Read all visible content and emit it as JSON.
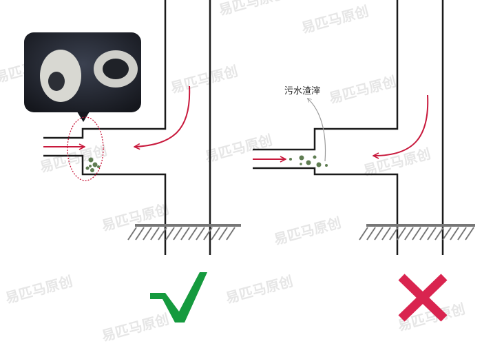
{
  "label_debris": "污水渣滓",
  "watermark": "易匹马原创",
  "correct_mark": "correct",
  "wrong_mark": "wrong",
  "colors": {
    "pipe": "#1a1a1a",
    "flow": "#c8193c",
    "debris": "#5f7d52",
    "check": "#159a3e",
    "cross": "#d9244f",
    "ground": "#777777"
  }
}
